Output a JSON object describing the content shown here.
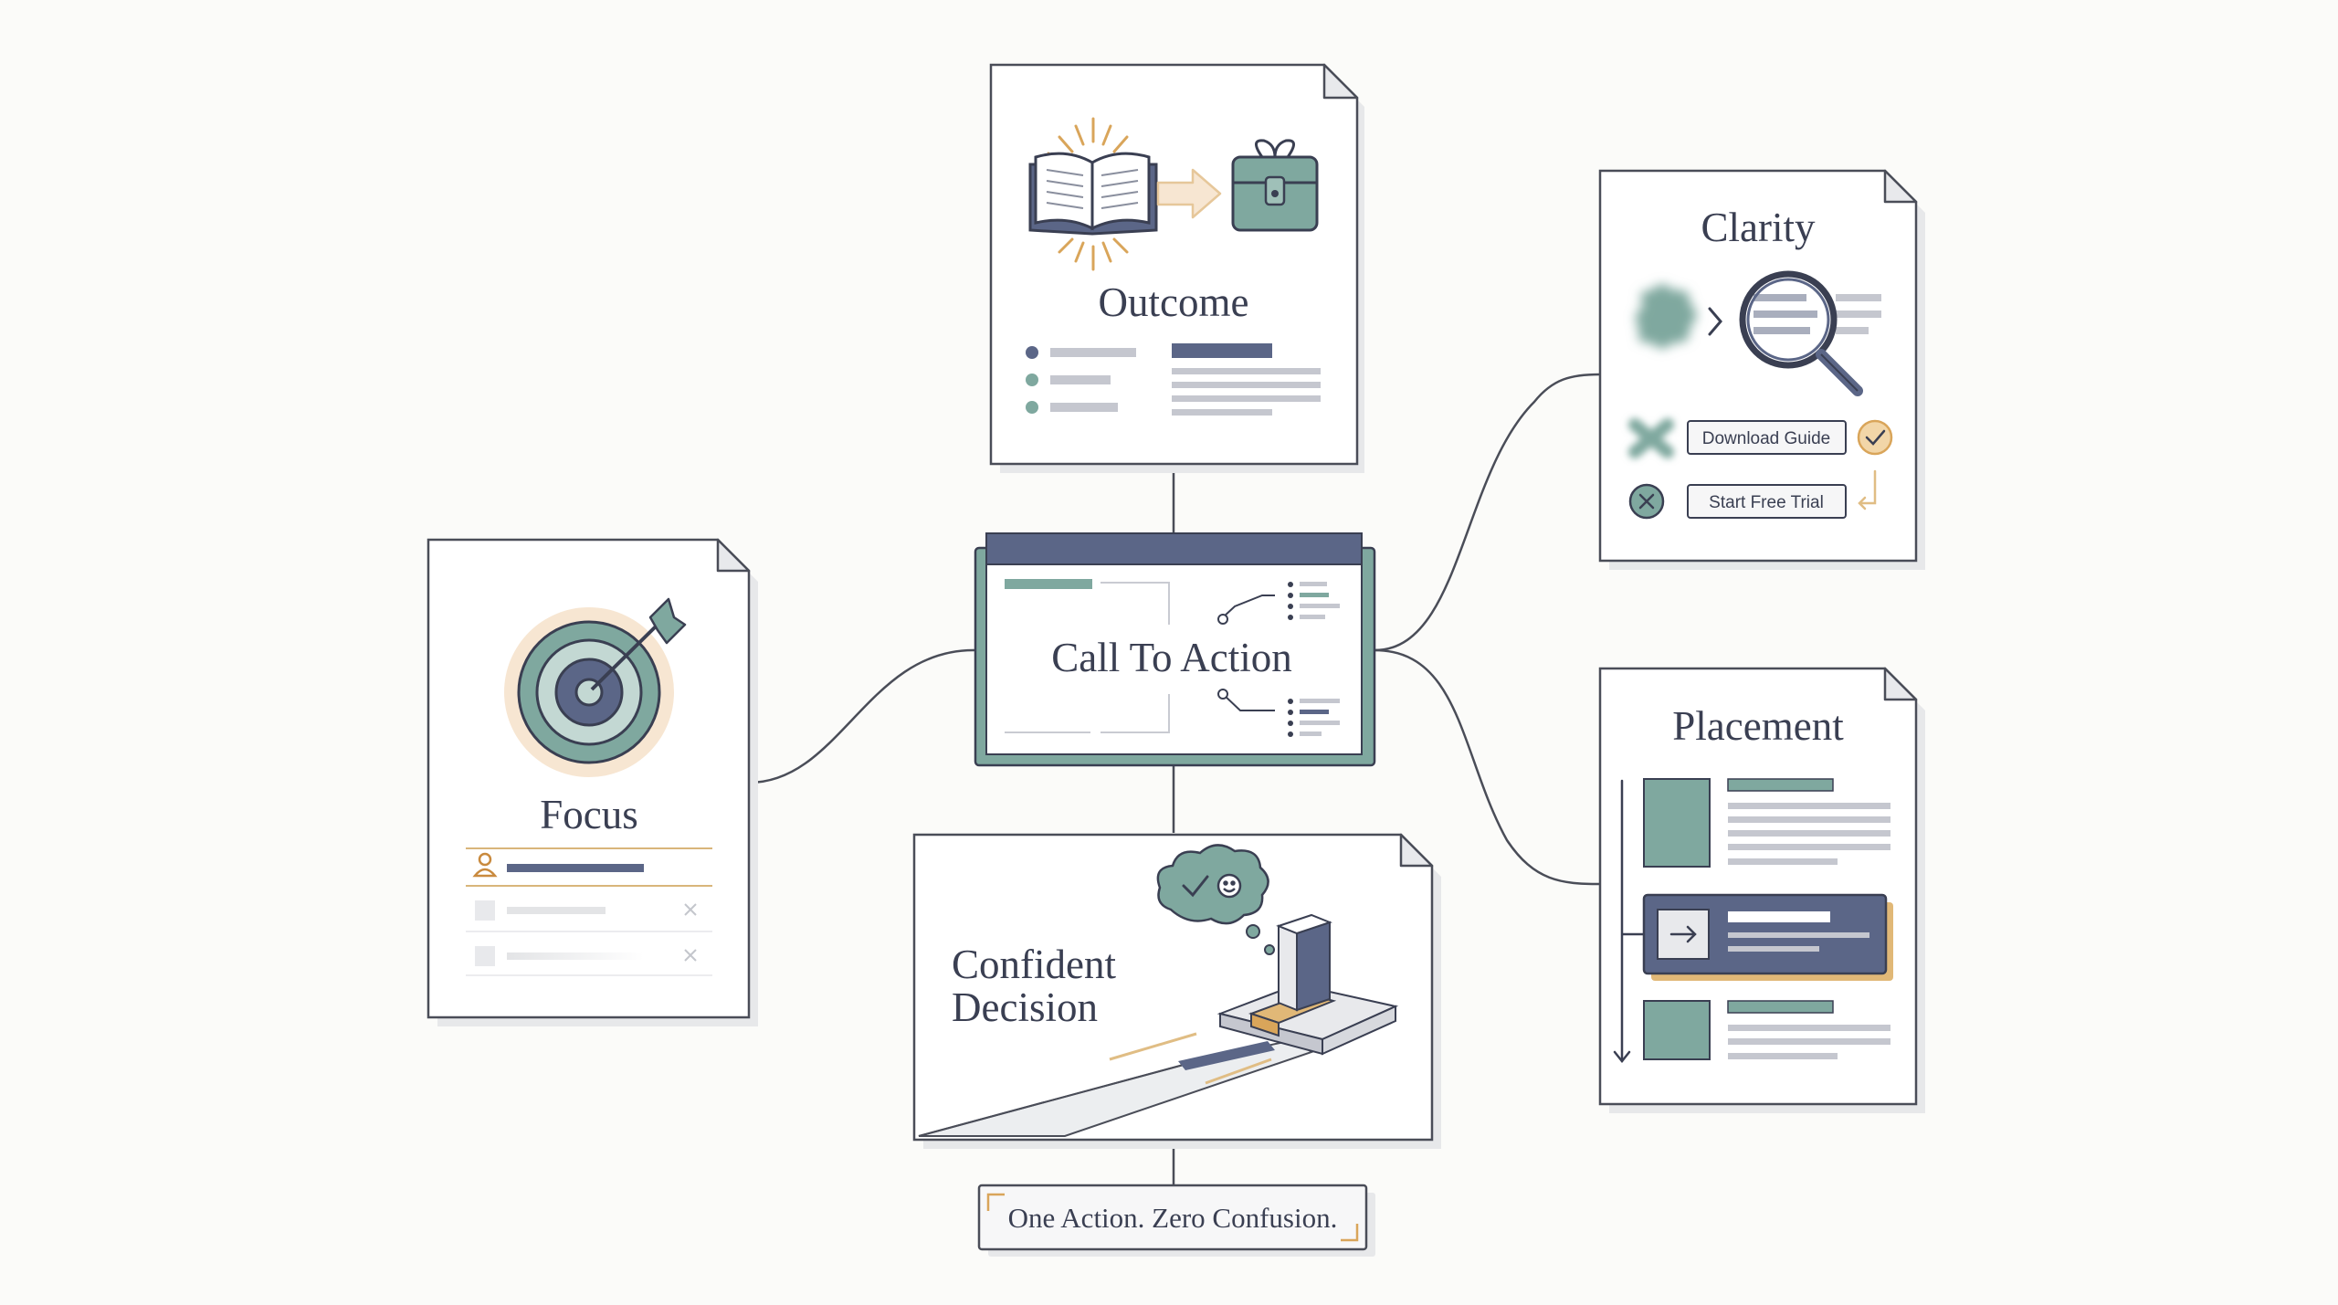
{
  "center": {
    "title": "Call To Action"
  },
  "outcome": {
    "title": "Outcome"
  },
  "focus": {
    "title": "Focus"
  },
  "clarity": {
    "title": "Clarity",
    "buttons": [
      "Download Guide",
      "Start Free Trial"
    ]
  },
  "placement": {
    "title": "Placement"
  },
  "decision": {
    "title_line1": "Confident",
    "title_line2": "Decision"
  },
  "tagline": {
    "text": "One Action. Zero Confusion."
  },
  "colors": {
    "ink": "#3a3f52",
    "teal": "#7fa89f",
    "slate": "#5b6687",
    "gold": "#d9a55a",
    "peach": "#f7e6d2"
  }
}
